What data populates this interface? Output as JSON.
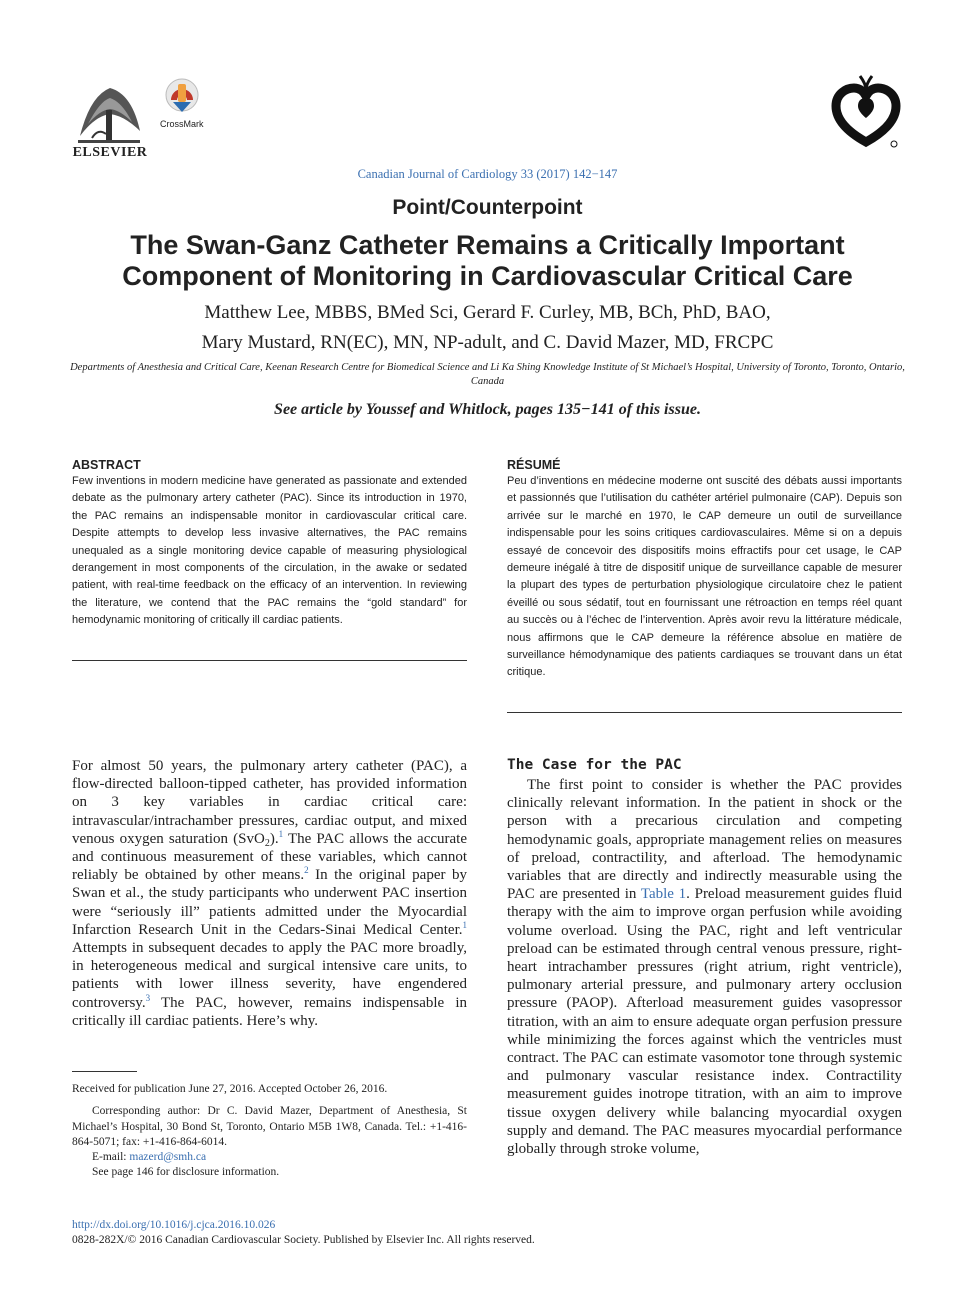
{
  "header": {
    "publisher": "ELSEVIER",
    "crossmark": "CrossMark",
    "journal_ref": "Canadian Journal of Cardiology 33 (2017) 142−147"
  },
  "article": {
    "section": "Point/Counterpoint",
    "title_line1": "The Swan-Ganz Catheter Remains a Critically Important",
    "title_line2": "Component of Monitoring in Cardiovascular Critical Care",
    "authors_line1": "Matthew Lee, MBBS, BMed Sci, Gerard F. Curley, MB, BCh, PhD, BAO,",
    "authors_line2": "Mary Mustard, RN(EC), MN, NP-adult, and C. David Mazer, MD, FRCPC",
    "affiliation": "Departments of Anesthesia and Critical Care, Keenan Research Centre for Biomedical Science and Li Ka Shing Knowledge Institute of St Michael’s Hospital, University of Toronto, Toronto, Ontario, Canada",
    "see_article": "See article by Youssef and Whitlock, pages 135−141 of this issue."
  },
  "abstract": {
    "heading": "ABSTRACT",
    "text": "Few inventions in modern medicine have generated as passionate and extended debate as the pulmonary artery catheter (PAC). Since its introduction in 1970, the PAC remains an indispensable monitor in cardiovascular critical care. Despite attempts to develop less invasive alternatives, the PAC remains unequaled as a single monitoring device capable of measuring physiological derangement in most components of the circulation, in the awake or sedated patient, with real-time feedback on the efficacy of an intervention. In reviewing the literature, we contend that the PAC remains the “gold standard” for hemodynamic monitoring of critically ill cardiac patients."
  },
  "resume": {
    "heading": "RÉSUMÉ",
    "text": "Peu d’inventions en médecine moderne ont suscité des débats aussi importants et passionnés que l’utilisation du cathéter artériel pulmonaire (CAP). Depuis son arrivée sur le marché en 1970, le CAP demeure un outil de surveillance indispensable pour les soins critiques cardiovasculaires. Même si on a depuis essayé de concevoir des dispositifs moins effractifs pour cet usage, le CAP demeure inégalé à titre de dispositif unique de surveillance capable de mesurer la plupart des types de perturbation physiologique circulatoire chez le patient éveillé ou sous sédatif, tout en fournissant une rétroaction en temps réel quant au succès ou à l’échec de l’intervention. Après avoir revu la littérature médicale, nous affirmons que le CAP demeure la référence absolue en matière de surveillance hémodynamique des patients cardiaques se trouvant dans un état critique."
  },
  "intro": {
    "s1": "For almost 50 years, the pulmonary artery catheter (PAC), a flow-directed balloon-tipped catheter, has provided information on 3 key variables in cardiac critical care: intravascular/intrachamber pressures, cardiac output, and mixed venous oxygen saturation (SvO",
    "s1_sub": "2",
    "s1_end": ").",
    "ref1": "1",
    "s2": " The PAC allows the accurate and continuous measurement of these variables, which cannot reliably be obtained by other means.",
    "ref2": "2",
    "s3": " In the original paper by Swan et al., the study participants who underwent PAC insertion were “seriously ill” patients admitted under the Myocardial Infarction Research Unit in the Cedars-Sinai Medical Center.",
    "ref3": "1",
    "s4": " Attempts in subsequent decades to apply the PAC more broadly, in heterogeneous medical and surgical intensive care units, to patients with lower illness severity, have engendered controversy.",
    "ref4": "3",
    "s5": " The PAC, however, remains indispensable in critically ill cardiac patients. Here’s why."
  },
  "case": {
    "heading": "The Case for the PAC",
    "t1": "The first point to consider is whether the PAC provides clinically relevant information. In the patient in shock or the person with a precarious circulation and competing hemodynamic goals, appropriate management relies on measures of preload, contractility, and afterload. The hemodynamic variables that are directly and indirectly measurable using the PAC are presented in ",
    "table_link": "Table 1",
    "t2": ". Preload measurement guides fluid therapy with the aim to improve organ perfusion while avoiding volume overload. Using the PAC, right and left ventricular preload can be estimated through central venous pressure, right-heart intrachamber pressures (right atrium, right ventricle), pulmonary arterial pressure, and pulmonary artery occlusion pressure (PAOP). Afterload measurement guides vasopressor titration, with an aim to ensure adequate organ perfusion pressure while minimizing the forces against which the ventricles must contract. The PAC can estimate vasomotor tone through systemic and pulmonary vascular resistance index. Contractility measurement guides inotrope titration, with an aim to improve tissue oxygen delivery while balancing myocardial oxygen supply and demand. The PAC measures myocardial performance globally through stroke volume,"
  },
  "footnotes": {
    "received": "Received for publication June 27, 2016. Accepted October 26, 2016.",
    "corresp": "Corresponding author: Dr C. David Mazer, Department of Anesthesia, St Michael’s Hospital, 30 Bond St, Toronto, Ontario M5B 1W8, Canada. Tel.: +1-416-864-5071; fax: +1-416-864-6014.",
    "email_label": "E-mail: ",
    "email": "mazerd@smh.ca",
    "disclosure": "See page 146 for disclosure information."
  },
  "footer": {
    "doi": "http://dx.doi.org/10.1016/j.cjca.2016.10.026",
    "copyright": "0828-282X/© 2016 Canadian Cardiovascular Society. Published by Elsevier Inc. All rights reserved."
  },
  "colors": {
    "link": "#3a6fb0",
    "crossmark_red": "#c0392b",
    "text": "#222222"
  }
}
